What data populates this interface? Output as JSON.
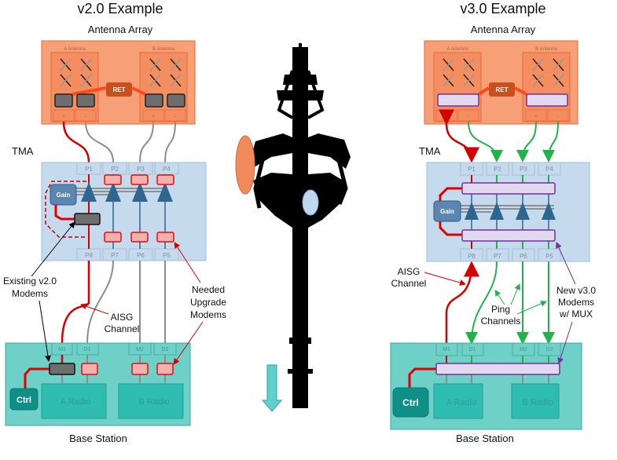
{
  "left": {
    "title": "v2.0 Example",
    "antenna_array": "Antenna Array",
    "a_antenna": "A Antenna",
    "b_antenna": "B Antenna",
    "ret": "RET",
    "plus": "+",
    "minus": "-",
    "tma": "TMA",
    "gain": "Gain",
    "ports_top": [
      "P1",
      "P2",
      "P3",
      "P4"
    ],
    "ports_bottom": [
      "P8",
      "P7",
      "P6",
      "P5"
    ],
    "bs_ports": [
      "M1",
      "D1",
      "M2",
      "D2"
    ],
    "a_radio": "A Radio",
    "b_radio": "B Radio",
    "ctrl": "Ctrl",
    "base_station": "Base Station",
    "ann_existing": [
      "Existing v2.0",
      "Modems"
    ],
    "ann_aisg": [
      "AISG",
      "Channel"
    ],
    "ann_needed": [
      "Needed",
      "Upgrade",
      "Modems"
    ]
  },
  "right": {
    "title": "v3.0 Example",
    "antenna_array": "Antenna Array",
    "a_antenna": "A Antenna",
    "b_antenna": "B Antenna",
    "ret": "RET",
    "plus": "+",
    "minus": "-",
    "tma": "TMA",
    "gain": "Gain",
    "ports_top": [
      "P1",
      "P2",
      "P3",
      "P4"
    ],
    "ports_bottom": [
      "P8",
      "P7",
      "P6",
      "P5"
    ],
    "bs_ports": [
      "M1",
      "D1",
      "M2",
      "D2"
    ],
    "a_radio": "A Radio",
    "b_radio": "B Radio",
    "ctrl": "Ctrl",
    "base_station": "Base Station",
    "ann_aisg": [
      "AISG",
      "Channel"
    ],
    "ann_ping": [
      "Ping",
      "Channels"
    ],
    "ann_new": [
      "New v3.0",
      "Modems",
      "w/ MUX"
    ]
  },
  "colors": {
    "antenna": "#f7a078",
    "tma": "#c6daee",
    "base_station": "#6fd0c8",
    "aisg": "#d40000",
    "ping": "#1fb34a",
    "mux": "#7030a0",
    "needed_modem": "#f2b1ac"
  }
}
